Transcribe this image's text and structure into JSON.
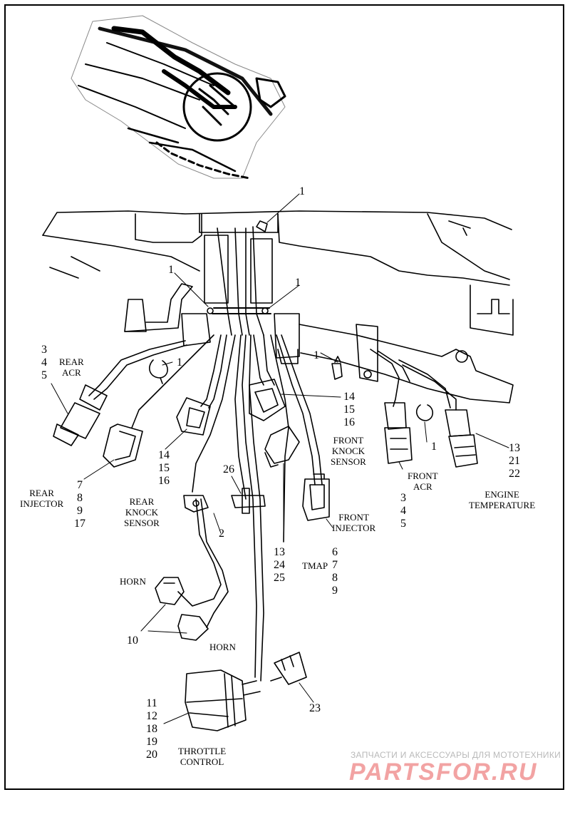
{
  "callouts": {
    "top_1": "1",
    "left_clip_1": "1",
    "right_clip_1": "1",
    "loop_clamp_1": "1",
    "bolt_1": "1",
    "front_clip_1": "1",
    "n2": "2",
    "n10": "10",
    "n23": "23",
    "n26": "26"
  },
  "stacks": {
    "rear_acr_nums": [
      "3",
      "4",
      "5"
    ],
    "rear_injector_nums": [
      "7",
      "8",
      "9",
      "17"
    ],
    "rear_knock_nums": [
      "14",
      "15",
      "16"
    ],
    "front_knock_nums": [
      "14",
      "15",
      "16"
    ],
    "front_acr_nums": [
      "3",
      "4",
      "5"
    ],
    "engine_temp_nums": [
      "13",
      "21",
      "22"
    ],
    "front_injector_nums": [
      "6",
      "7",
      "8",
      "9"
    ],
    "tmap_nums": [
      "13",
      "24",
      "25"
    ],
    "throttle_nums": [
      "11",
      "12",
      "18",
      "19",
      "20"
    ]
  },
  "labels": {
    "rear_acr": [
      "REAR",
      "ACR"
    ],
    "rear_injector": [
      "REAR",
      "INJECTOR"
    ],
    "rear_knock": [
      "REAR",
      "KNOCK",
      "SENSOR"
    ],
    "front_knock": [
      "FRONT",
      "KNOCK",
      "SENSOR"
    ],
    "front_acr": [
      "FRONT",
      "ACR"
    ],
    "engine_temp": [
      "ENGINE",
      "TEMPERATURE"
    ],
    "front_injector": [
      "FRONT",
      "INJECTOR"
    ],
    "tmap": "TMAP",
    "horn_upper": "HORN",
    "horn_lower": "HORN",
    "throttle_control": [
      "THROTTLE",
      "CONTROL"
    ]
  },
  "watermark": {
    "line1": "ЗАПЧАСТИ И АКСЕССУАРЫ ДЛЯ МОТОТЕХНИКИ",
    "logo": "PARTSFOR.RU"
  }
}
